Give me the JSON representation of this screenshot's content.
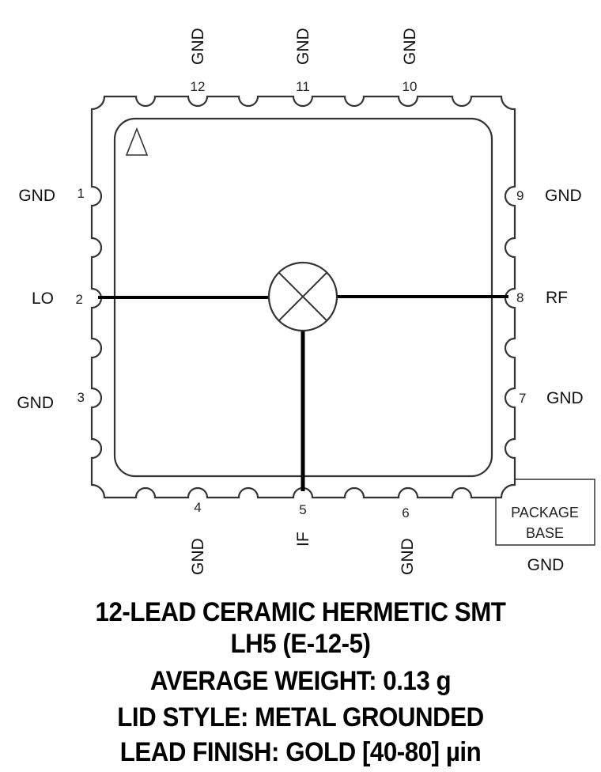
{
  "diagram": {
    "pins": {
      "top": [
        {
          "number": "12",
          "name": "GND"
        },
        {
          "number": "11",
          "name": "GND"
        },
        {
          "number": "10",
          "name": "GND"
        }
      ],
      "left": [
        {
          "number": "1",
          "name": "GND"
        },
        {
          "number": "2",
          "name": "LO"
        },
        {
          "number": "3",
          "name": "GND"
        }
      ],
      "right": [
        {
          "number": "9",
          "name": "GND"
        },
        {
          "number": "8",
          "name": "RF"
        },
        {
          "number": "7",
          "name": "GND"
        }
      ],
      "bottom": [
        {
          "number": "4",
          "name": "GND"
        },
        {
          "number": "5",
          "name": "IF"
        },
        {
          "number": "6",
          "name": "GND"
        }
      ]
    },
    "package_base": {
      "line1": "PACKAGE",
      "line2": "BASE",
      "connection": "GND"
    },
    "pin1_marker": "triangle-icon",
    "center_symbol": "mixer-icon"
  },
  "caption": {
    "line1": "12-LEAD CERAMIC HERMETIC SMT",
    "line2": "LH5 (E-12-5)",
    "line3": "AVERAGE WEIGHT: 0.13 g",
    "line4": "LID STYLE: METAL GROUNDED",
    "line5": "LEAD FINISH: GOLD [40-80] µin"
  },
  "colors": {
    "outline": "#333333",
    "trace": "#000000",
    "background": "#ffffff"
  }
}
